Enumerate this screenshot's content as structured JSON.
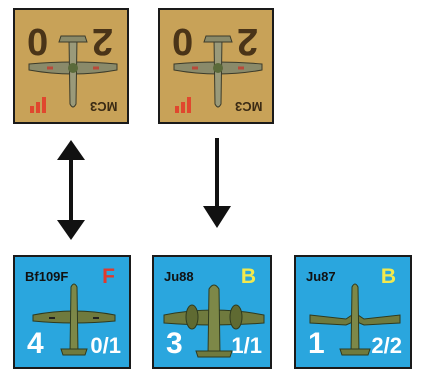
{
  "counters_top": [
    {
      "name": "MC3",
      "code": "MC3",
      "left_number": "0",
      "right_number": "2",
      "color": "#c8a258",
      "badge_icon": "red-bars-icon"
    },
    {
      "name": "MC3",
      "code": "MC3",
      "left_number": "0",
      "right_number": "2",
      "color": "#c8a258",
      "badge_icon": "red-bars-icon"
    }
  ],
  "counters_bottom": [
    {
      "type": "Bf109F",
      "badge": "F",
      "badge_color": "#e03a2e",
      "number": "4",
      "value": "0/1",
      "color": "#2aa6de"
    },
    {
      "type": "Ju88",
      "badge": "B",
      "badge_color": "#f2e94e",
      "number": "3",
      "value": "1/1",
      "color": "#2aa6de"
    },
    {
      "type": "Ju87",
      "badge": "B",
      "badge_color": "#f2e94e",
      "number": "1",
      "value": "2/2",
      "color": "#2aa6de"
    }
  ],
  "arrows": [
    {
      "icon": "double-arrow-icon"
    },
    {
      "icon": "down-arrow-icon"
    }
  ]
}
